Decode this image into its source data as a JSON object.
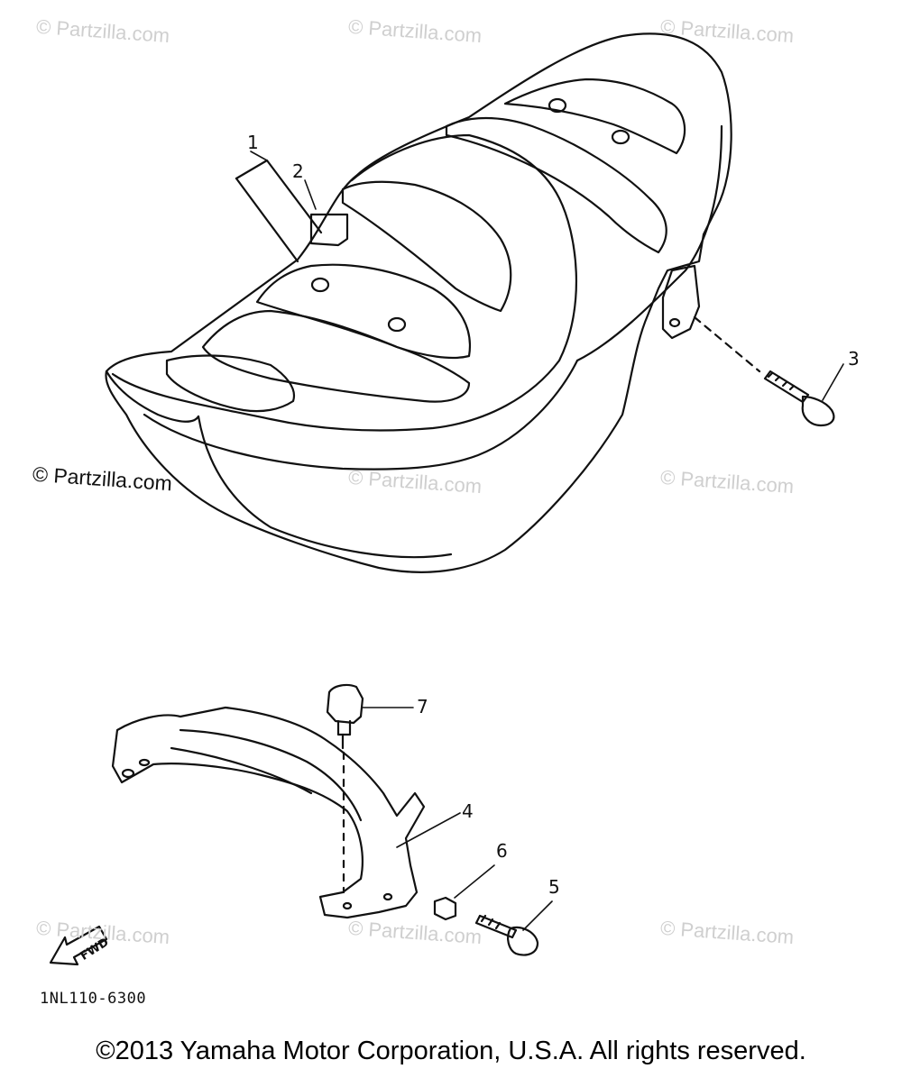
{
  "watermarks": {
    "text": "© Partzilla.com"
  },
  "callouts": {
    "c1": "1",
    "c2": "2",
    "c3": "3",
    "c4": "4",
    "c5": "5",
    "c6": "6",
    "c7": "7"
  },
  "fwd_label": "FWD",
  "part_code": "1NL110-6300",
  "copyright": "©2013 Yamaha Motor Corporation, U.S.A. All rights reserved."
}
